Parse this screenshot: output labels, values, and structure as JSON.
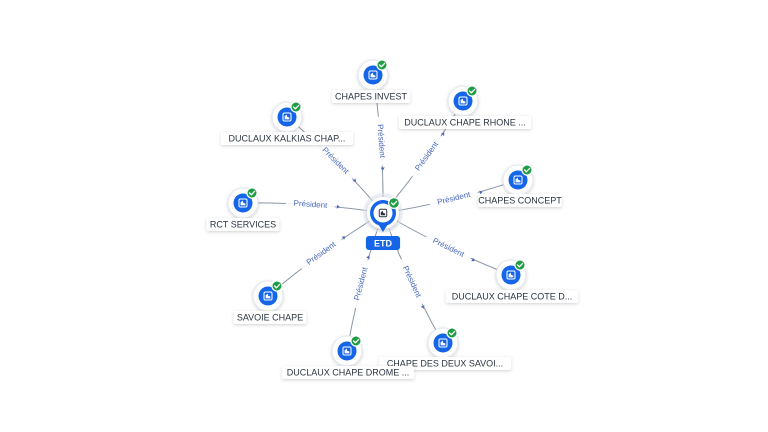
{
  "center": {
    "label": "ETD",
    "icon": "company-icon",
    "status_icon": "verified-check-icon"
  },
  "edge_label": "Président",
  "colors": {
    "node_blue": "#1565e8",
    "check_green": "#1f9d45",
    "edge": "#8a96a6",
    "label_bg": "#ffffff",
    "center_pill": "#1565e8"
  },
  "nodes": [
    {
      "id": "chapes-invest",
      "label": "CHAPES INVEST",
      "verified": true
    },
    {
      "id": "duclaux-chape-rhone",
      "label": "DUCLAUX CHAPE RHONE ...",
      "verified": true
    },
    {
      "id": "chapes-concept",
      "label": "CHAPES CONCEPT",
      "verified": true
    },
    {
      "id": "duclaux-chape-cote",
      "label": "DUCLAUX CHAPE COTE D...",
      "verified": true
    },
    {
      "id": "chape-des-deux-savoi",
      "label": "CHAPE DES DEUX SAVOI...",
      "verified": true
    },
    {
      "id": "duclaux-chape-drome",
      "label": "DUCLAUX CHAPE DROME ...",
      "verified": true
    },
    {
      "id": "savoie-chape",
      "label": "SAVOIE CHAPE",
      "verified": true
    },
    {
      "id": "rct-services",
      "label": "RCT SERVICES",
      "verified": true
    },
    {
      "id": "duclaux-kalkias-chap",
      "label": "DUCLAUX KALKIAS CHAP...",
      "verified": true
    }
  ]
}
